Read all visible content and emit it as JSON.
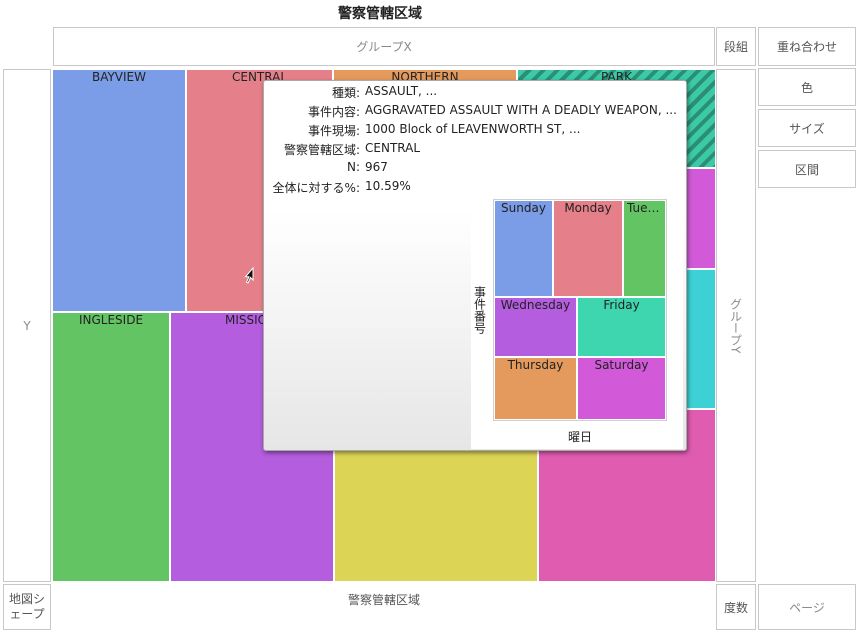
{
  "title": "警察管轄区域",
  "zones": {
    "group_x": "グループX",
    "wrap": "段組",
    "overlay": "重ね合わせ",
    "color": "色",
    "size": "サイズ",
    "interval": "区間",
    "y": "Y",
    "group_y": "グループY",
    "map_shape": "地図シェープ",
    "x": "警察管轄区域",
    "freq": "度数",
    "page": "ページ"
  },
  "chart_data": {
    "type": "treemap",
    "title": "警察管轄区域",
    "xlabel": "警察管轄区域",
    "tiles": [
      {
        "name": "BAYVIEW",
        "color": "#7b9ce6"
      },
      {
        "name": "CENTRAL",
        "color": "#e5808a"
      },
      {
        "name": "NORTHERN",
        "color": "#e39a5c"
      },
      {
        "name": "PARK",
        "color": "#3cc9a6",
        "pattern": "hatched"
      },
      {
        "name": "",
        "color": "#d25ad8"
      },
      {
        "name": "",
        "color": "#3dd1d6"
      },
      {
        "name": "",
        "color": "#df5cb0"
      },
      {
        "name": "INGLESIDE",
        "color": "#63c463"
      },
      {
        "name": "MISSION",
        "color": "#b45ddf"
      },
      {
        "name": "",
        "color": "#dcd455"
      }
    ]
  },
  "tooltip": {
    "rows": [
      {
        "key": "種類:",
        "value": "ASSAULT, ..."
      },
      {
        "key": "事件内容:",
        "value": "AGGRAVATED ASSAULT WITH A DEADLY WEAPON, ..."
      },
      {
        "key": "事件現場:",
        "value": "1000 Block of LEAVENWORTH ST, ..."
      },
      {
        "key": "警察管轄区域:",
        "value": "CENTRAL"
      },
      {
        "key": "N:",
        "value": "967"
      },
      {
        "key": "全体に対する%:",
        "value": "10.59%"
      }
    ],
    "mini_chart": {
      "type": "treemap",
      "ylabel": "事件番号",
      "xlabel": "曜日",
      "tiles": [
        {
          "name": "Sunday",
          "color": "#7b9ce6"
        },
        {
          "name": "Monday",
          "color": "#e5808a"
        },
        {
          "name": "Tue…",
          "color": "#63c463"
        },
        {
          "name": "Wednesday",
          "color": "#b45ddf"
        },
        {
          "name": "Friday",
          "color": "#3dd6ae"
        },
        {
          "name": "Thursday",
          "color": "#e39a5c"
        },
        {
          "name": "Saturday",
          "color": "#d25ad8"
        }
      ]
    }
  }
}
